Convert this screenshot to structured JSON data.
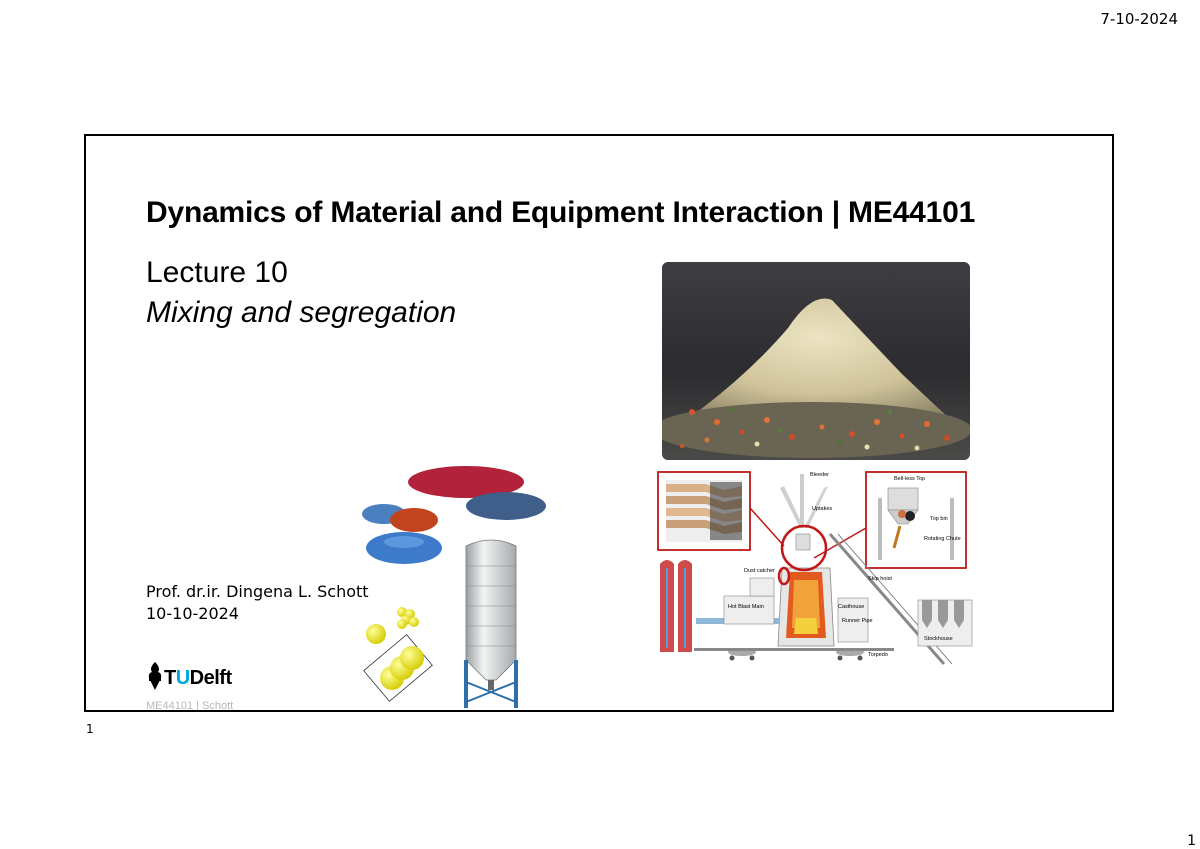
{
  "page": {
    "date": "7-10-2024",
    "page_number": "1",
    "slide_number": "1"
  },
  "slide": {
    "title": "Dynamics of Material and Equipment Interaction | ME44101",
    "lecture_number": "Lecture 10",
    "lecture_subtitle": "Mixing and segregation",
    "author": "Prof. dr.ir. Dingena L. Schott",
    "lecture_date": "10-10-2024",
    "logo": {
      "prefix": "T",
      "accent": "U",
      "suffix": "Delft",
      "accent_color": "#00a6d6"
    },
    "footer": "ME44101 | Schott"
  },
  "figures": {
    "furnace_labels": {
      "bleeder": "Bleeder",
      "uptakes": "Uptakes",
      "bell_less_top": "Bell-less Top",
      "hopper": "Top bin",
      "chute": "Rotating Chute",
      "dust_catcher": "Dust catcher",
      "hot_blast_main": "Hot Blast Main",
      "cast_house": "Casthouse",
      "runner": "Runner Pipe",
      "skip": "Skip hoist",
      "stockhouse": "Stockhouse",
      "torpedo": "Torpedo"
    }
  }
}
